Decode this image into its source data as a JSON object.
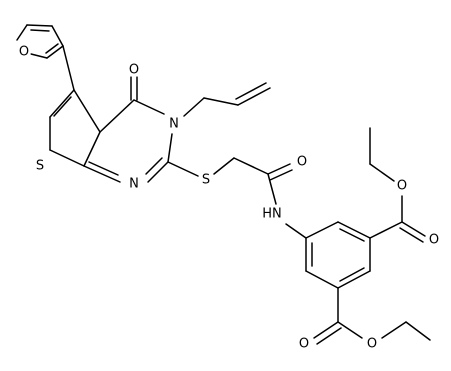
{
  "colors": {
    "bond": "#000000",
    "label": "#000000",
    "background": "#ffffff"
  },
  "labels": {
    "o_furan": "O",
    "o_keto": "O",
    "n3": "N",
    "s_thio": "S",
    "n1": "N",
    "s_link": "S",
    "o_amide": "O",
    "nh": "HN",
    "o_ester1_carbonyl": "O",
    "o_ester1_ether": "O",
    "o_ester2_carbonyl": "O",
    "o_ester2_ether": "O"
  }
}
